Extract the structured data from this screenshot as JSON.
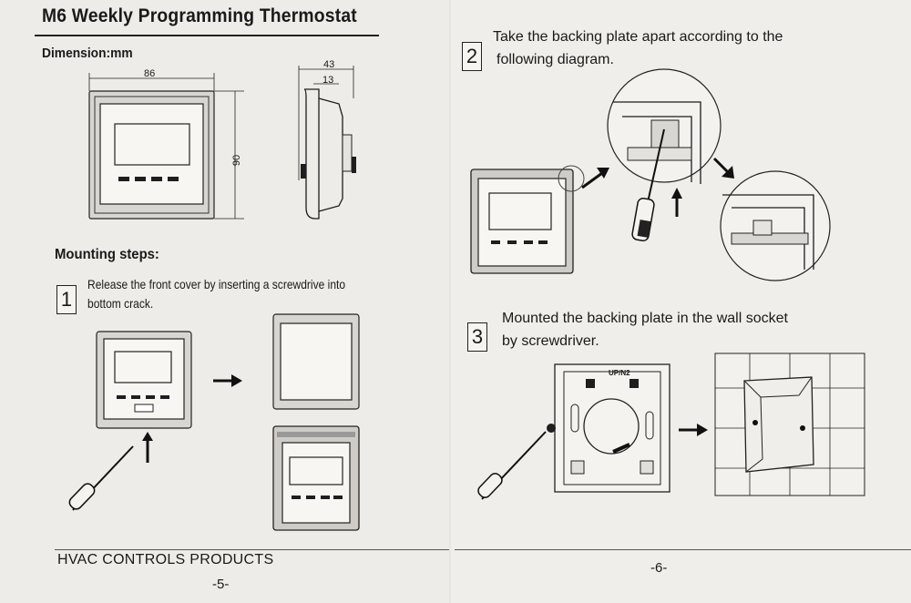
{
  "left_page": {
    "title": "M6  Weekly Programming Thermostat",
    "dimension_label": "Dimension:mm",
    "dimensions": {
      "width": "86",
      "height": "90",
      "depth": "43",
      "depth_inner": "13"
    },
    "mounting_title": "Mounting steps:",
    "step1": {
      "number": "1",
      "text_line1": "Release the front cover by inserting a screwdrive into",
      "text_line2": "bottom crack."
    },
    "footer_brand": "HVAC CONTROLS PRODUCTS",
    "page_number": "-5-"
  },
  "right_page": {
    "step2": {
      "number": "2",
      "text_line1": "Take the backing plate apart according to the",
      "text_line2": "following diagram."
    },
    "step3": {
      "number": "3",
      "text_line1": "Mounted the backing plate in the wall socket",
      "text_line2": "by screwdriver."
    },
    "plate_marking": "UP/N2",
    "page_number": "-6-"
  }
}
